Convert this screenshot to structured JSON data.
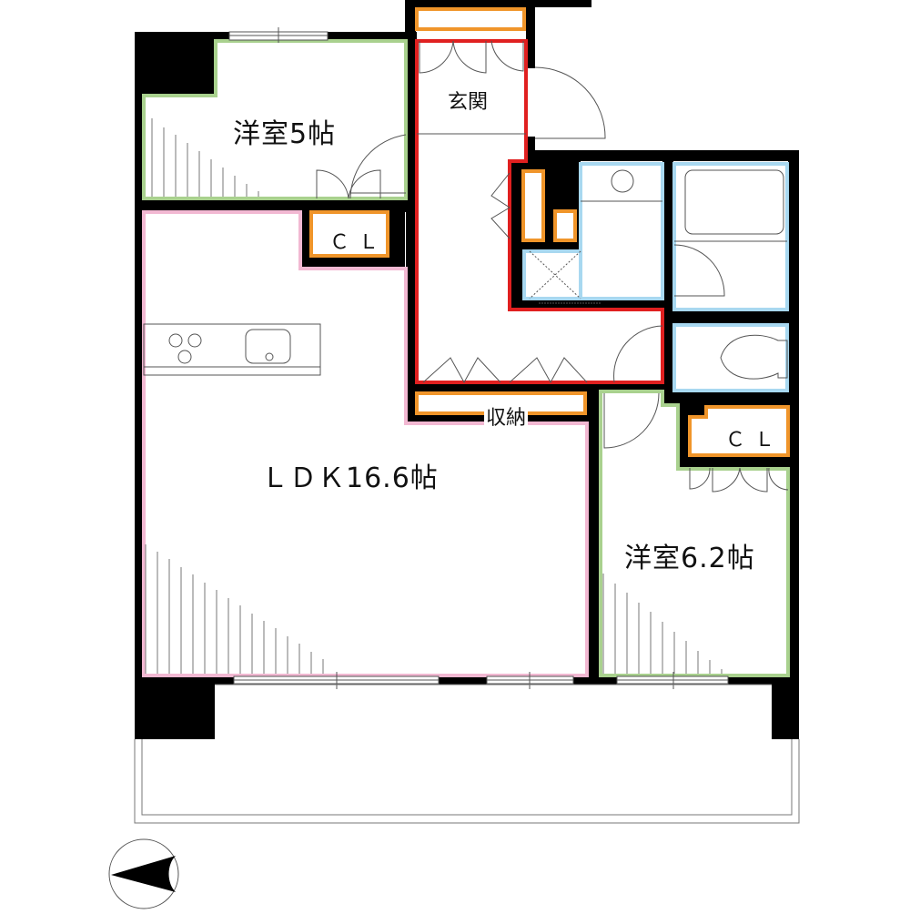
{
  "plan": {
    "colors": {
      "wall": "#000000",
      "ldk_outline": "#f2b8d2",
      "western_room_outline": "#a9d18e",
      "entrance_outline": "#e02020",
      "storage_outline": "#f0952a",
      "wet_area_outline": "#a8d8f0",
      "fixture_line": "#555555"
    },
    "rooms": {
      "western_room_1": {
        "label": "洋室5帖"
      },
      "entrance": {
        "label": "玄関"
      },
      "closet_1": {
        "label": "ＣＬ"
      },
      "ldk": {
        "label": "ＬＤＫ16.6帖"
      },
      "storage": {
        "label": "収納"
      },
      "closet_2": {
        "label": "ＣＬ"
      },
      "western_room_2": {
        "label": "洋室6.2帖"
      }
    },
    "compass": {
      "direction": "west-pointing"
    }
  }
}
